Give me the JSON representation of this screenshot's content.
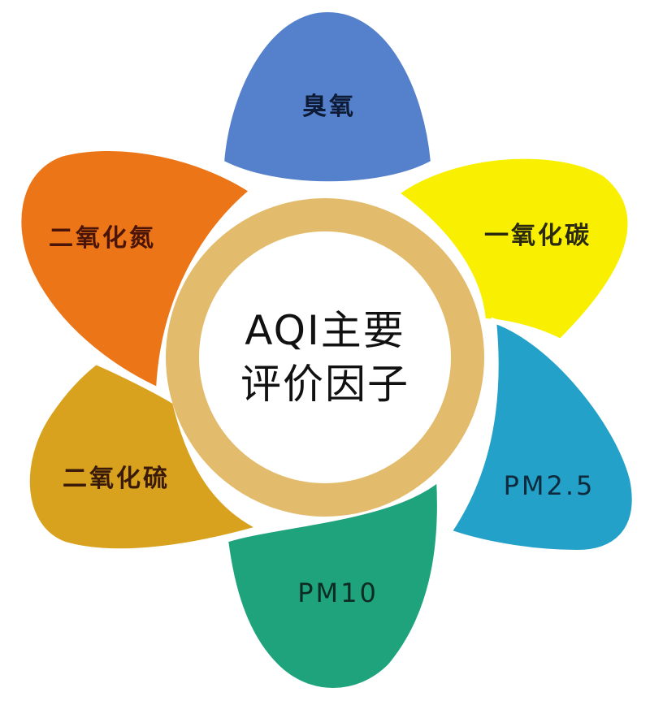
{
  "diagram": {
    "type": "flower",
    "center": {
      "line1": "AQI主要",
      "line2": "评价因子",
      "ring_color": "#E2BC6C",
      "fill_color": "#FFFFFF"
    },
    "petals": [
      {
        "label": "臭氧",
        "color": "#5581CC",
        "text_color": "#0E1B36",
        "position": "top"
      },
      {
        "label": "一氧化碳",
        "color": "#F8F000",
        "text_color": "#2B2A10",
        "position": "upper-right"
      },
      {
        "label": "PM2.5",
        "color": "#23A1C9",
        "text_color": "#0E2A3C",
        "position": "lower-right"
      },
      {
        "label": "PM10",
        "color": "#1FA37C",
        "text_color": "#0D2B22",
        "position": "bottom"
      },
      {
        "label": "二氧化硫",
        "color": "#D9A21E",
        "text_color": "#3A1A08",
        "position": "lower-left"
      },
      {
        "label": "二氧化氮",
        "color": "#EC7518",
        "text_color": "#4A1508",
        "position": "upper-left"
      }
    ]
  }
}
